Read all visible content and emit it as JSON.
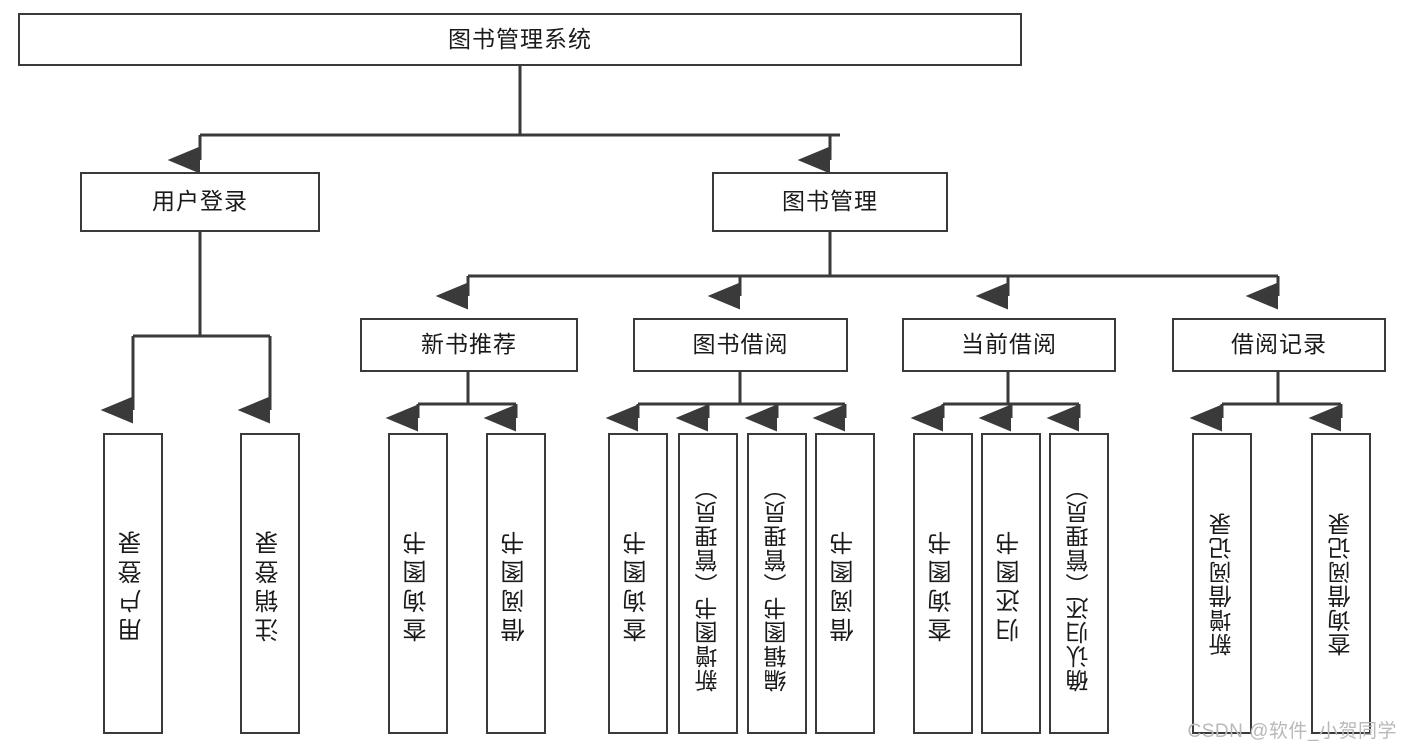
{
  "diagram": {
    "title": "图书管理系统",
    "type": "hierarchy-tree",
    "line_color": "#3a3a3a",
    "box_fill": "#ffffff",
    "text_color": "#1a1a1a",
    "root": {
      "label": "图书管理系统"
    },
    "level2": [
      {
        "label": "用户登录"
      },
      {
        "label": "图书管理"
      }
    ],
    "level3": [
      {
        "label": "新书推荐"
      },
      {
        "label": "图书借阅"
      },
      {
        "label": "当前借阅"
      },
      {
        "label": "借阅记录"
      }
    ],
    "leaves": {
      "user_login": [
        {
          "label": "用户登录"
        },
        {
          "label": "注销登录"
        }
      ],
      "new_book_recommend": [
        {
          "label": "查询图书"
        },
        {
          "label": "借阅图书"
        }
      ],
      "book_borrow": [
        {
          "label": "查询图书"
        },
        {
          "label": "新增图书（管理员）"
        },
        {
          "label": "编辑图书（管理员）"
        },
        {
          "label": "借阅图书"
        }
      ],
      "current_borrow": [
        {
          "label": "查询图书"
        },
        {
          "label": "归还图书"
        },
        {
          "label": "确认归还（管理员）"
        }
      ],
      "borrow_record": [
        {
          "label": "新增借阅记录"
        },
        {
          "label": "查询借阅记录"
        }
      ]
    }
  },
  "watermark": {
    "text": "CSDN @软件_小贺同学"
  }
}
